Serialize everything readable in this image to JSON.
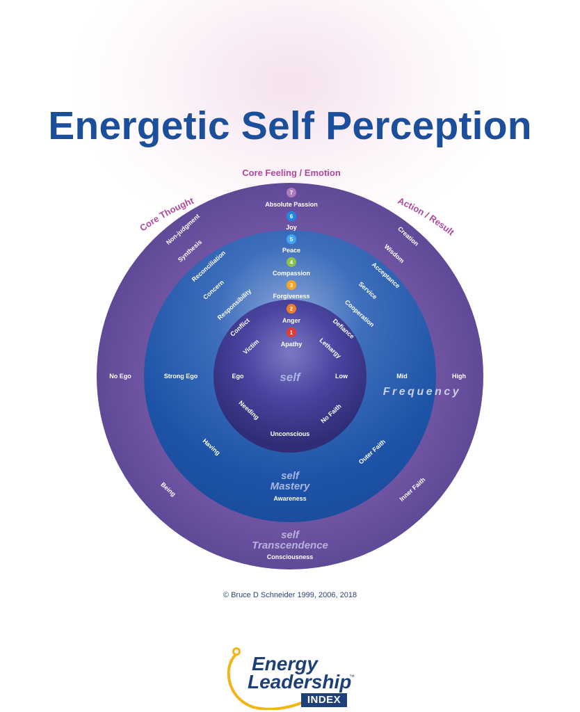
{
  "title": "Energetic Self Perception",
  "copyright": "© Bruce D Schneider 1999, 2006, 2018",
  "logo": {
    "line1": "Energy",
    "line2": "Leadership",
    "tm": "™",
    "badge": "INDEX"
  },
  "colors": {
    "title": "#1c4f9b",
    "outer_ring": "#6a4f9e",
    "middle_ring": "#1f56a8",
    "inner_circle": "#3a3480",
    "category_label": "#b0479a",
    "level_1": "#e53935",
    "level_2": "#f07c2a",
    "level_3": "#f4a623",
    "level_4": "#8bc34a",
    "level_5": "#42a5f5",
    "level_6": "#1e88e5",
    "level_7": "#b07ac0"
  },
  "categories": {
    "core_feeling": "Core Feeling / Emotion",
    "core_thought": "Core Thought",
    "action": "Action / Result"
  },
  "levels": [
    {
      "num": "1",
      "label": "Apathy"
    },
    {
      "num": "2",
      "label": "Anger"
    },
    {
      "num": "3",
      "label": "Forgiveness"
    },
    {
      "num": "4",
      "label": "Compassion"
    },
    {
      "num": "5",
      "label": "Peace"
    },
    {
      "num": "6",
      "label": "Joy"
    },
    {
      "num": "7",
      "label": "Absolute Passion"
    }
  ],
  "core_thought_items": [
    "Victim",
    "Conflict",
    "Responsibility",
    "Concern",
    "Reconciliation",
    "Synthesis",
    "Non-judgment"
  ],
  "action_items": [
    "Lethargy",
    "Defiance",
    "Cooperation",
    "Service",
    "Acceptance",
    "Wisdom",
    "Creation"
  ],
  "ego": {
    "inner": "Ego",
    "middle": "Strong Ego",
    "outer": "No Ego"
  },
  "frequency": {
    "low": "Low",
    "mid": "Mid",
    "high": "High",
    "label": "Frequency"
  },
  "faith": {
    "inner": "No Faith",
    "middle": "Outer Faith",
    "outer": "Inner Faith"
  },
  "needs": {
    "inner": "Needing",
    "middle": "Having",
    "outer": "Being"
  },
  "center": {
    "word": "self",
    "state": "Unconscious"
  },
  "middle": {
    "word1": "self",
    "word2": "Mastery",
    "state": "Awareness"
  },
  "outer": {
    "word1": "self",
    "word2": "Transcendence",
    "state": "Consciousness"
  }
}
